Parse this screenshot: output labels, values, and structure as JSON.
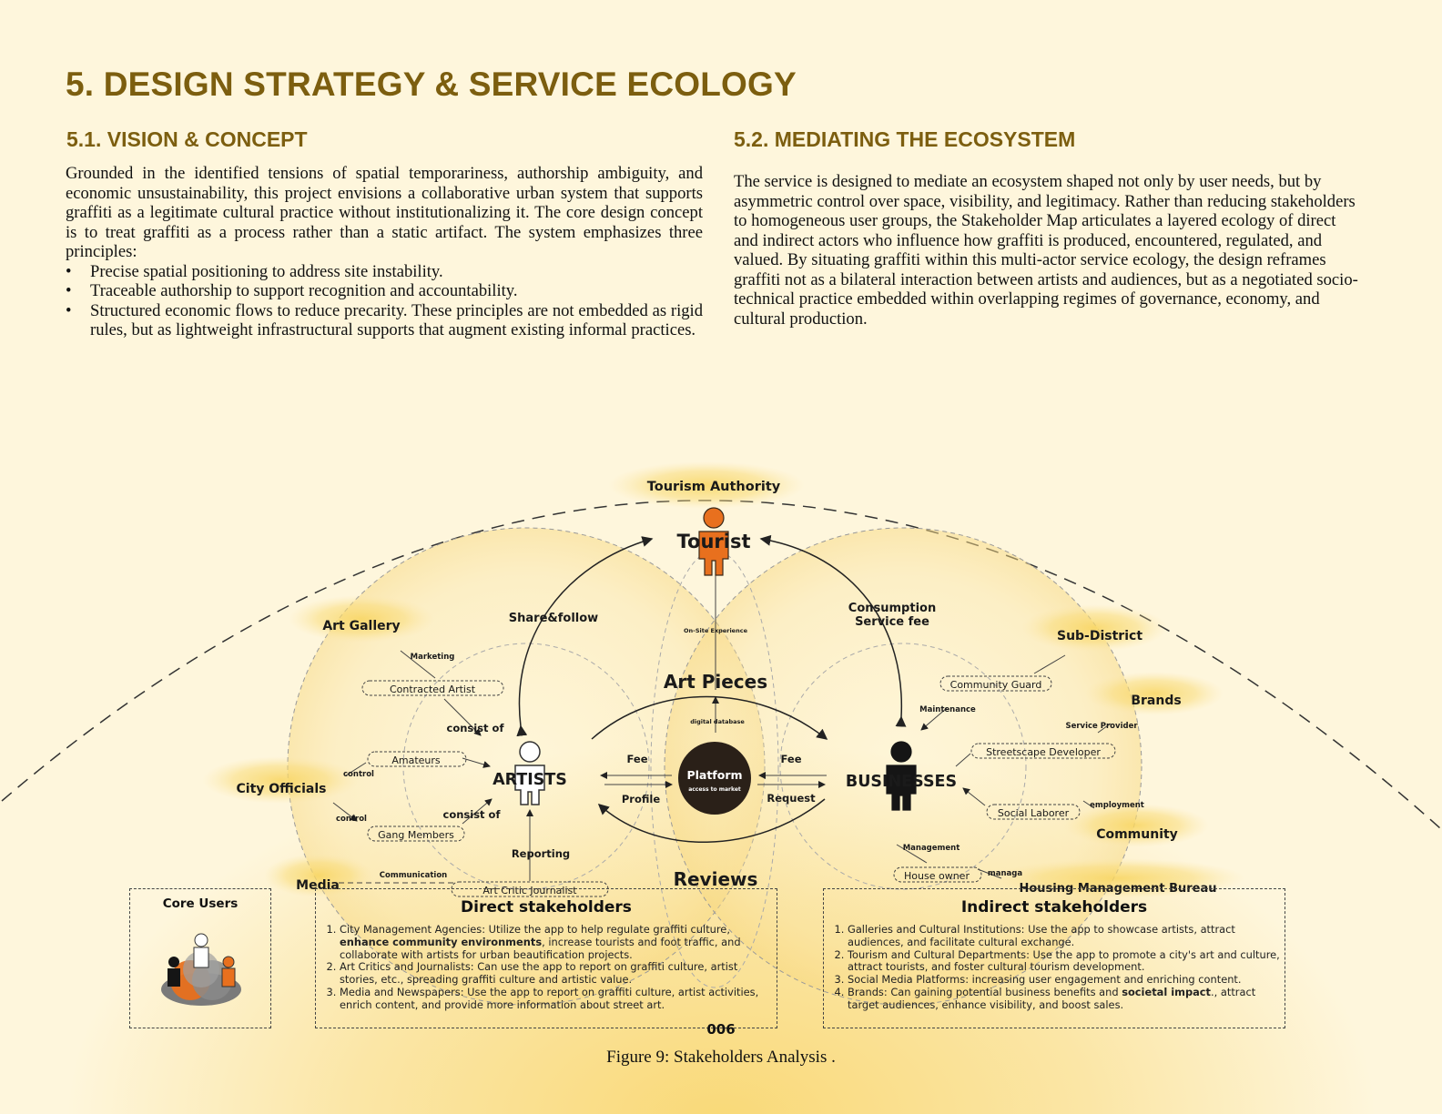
{
  "heading": "5. DESIGN STRATEGY & SERVICE ECOLOGY",
  "vision": {
    "title": "5.1. VISION & CONCEPT",
    "intro": "Grounded in the identified tensions of spatial temporariness, authorship ambiguity, and economic unsustainability, this project envisions a collaborative urban system that supports graffiti as a legitimate cultural practice without institutionalizing it. The core design concept is to treat graffiti as a process rather than a static artifact. The system emphasizes three principles:",
    "bullets": [
      "Precise spatial positioning to address site instability.",
      "Traceable authorship to support recognition and accountability.",
      "Structured economic flows to reduce precarity. These principles are not embedded as rigid rules, but as lightweight infrastructural supports that augment existing informal practices."
    ]
  },
  "mediating": {
    "title": "5.2. MEDIATING THE ECOSYSTEM",
    "text": "The service is designed to mediate an ecosystem shaped not only by user needs, but by asymmetric control over space, visibility, and legitimacy. Rather than reducing stakeholders to homogeneous user groups, the Stakeholder Map articulates a layered ecology of direct and indirect actors who influence how graffiti is produced, encountered, regulated, and valued. By situating graffiti within this multi-actor service ecology, the design reframes graffiti not as a bilateral interaction between artists and audiences, but as a negotiated socio-technical practice embedded within overlapping regimes of governance, economy, and cultural production."
  },
  "diagram": {
    "tourism_authority": "Tourism Authority",
    "tourist": "Tourist",
    "share_follow": "Share&follow",
    "consumption_fee": [
      "Consumption",
      "Service fee"
    ],
    "on_site": "On-Site Experience",
    "art_pieces": "Art Pieces",
    "digital_database": "digital database",
    "platform": "Platform",
    "platform_sub": "access to market",
    "artists": "ARTISTS",
    "businesses": "BUSINESSES",
    "fee_left": "Fee",
    "fee_right": "Fee",
    "profile": "Profile",
    "request": "Request",
    "reviews": "Reviews",
    "reporting": "Reporting",
    "consist_of_1": "consist of",
    "consist_of_2": "consist of",
    "art_gallery": "Art Gallery",
    "marketing": "Marketing",
    "contracted_artist": "Contracted Artist",
    "amateurs": "Amateurs",
    "gang_members": "Gang Members",
    "city_officials": "City Officials",
    "control_1": "control",
    "control_2": "control",
    "media": "Media",
    "communication": "Communication",
    "art_critic": "Art Critic Journalist",
    "sub_district": "Sub-District",
    "community_guard": "Community Guard",
    "maintenance": "Maintenance",
    "brands": "Brands",
    "service_provider": "Service Provider",
    "streetscape_developer": "Streetscape Developer",
    "social_laborer": "Social Laborer",
    "employment": "employment",
    "community": "Community",
    "management": "Management",
    "house_owner": "House owner",
    "managa": "managa",
    "housing_bureau": "Housing Management Bureau"
  },
  "core_users": {
    "title": "Core Users"
  },
  "direct": {
    "title": "Direct stakeholders",
    "items": [
      {
        "pre": "City Management Agencies: Utilize the app to help regulate graffiti culture, ",
        "bold": "enhance community environments",
        "post": ", increase tourists and foot traffic, and collaborate with artists for urban beautification projects."
      },
      {
        "pre": "Art Critics and Journalists: Can use the app to report on graffiti culture, artist stories, etc., spreading graffiti culture and artistic value.",
        "bold": "",
        "post": ""
      },
      {
        "pre": "Media and Newspapers: Use the app to report on graffiti culture, artist activities, enrich content, and provide more information about street art.",
        "bold": "",
        "post": ""
      }
    ]
  },
  "indirect": {
    "title": "Indirect stakeholders",
    "items": [
      {
        "pre": "Galleries and Cultural Institutions: Use the app to showcase artists, attract audiences, and facilitate cultural exchange.",
        "bold": "",
        "post": ""
      },
      {
        "pre": "Tourism and Cultural Departments: Use the app to promote a city's art and culture, attract tourists, and foster cultural tourism development.",
        "bold": "",
        "post": ""
      },
      {
        "pre": "Social Media Platforms: increasing user engagement and enriching content.",
        "bold": "",
        "post": ""
      },
      {
        "pre": "Brands: Can gaining potential business benefits and ",
        "bold": "societal impact",
        "post": "., attract target audiences, enhance visibility, and boost sales."
      }
    ]
  },
  "page_number": "006",
  "caption": "Figure 9: Stakeholders Analysis ."
}
